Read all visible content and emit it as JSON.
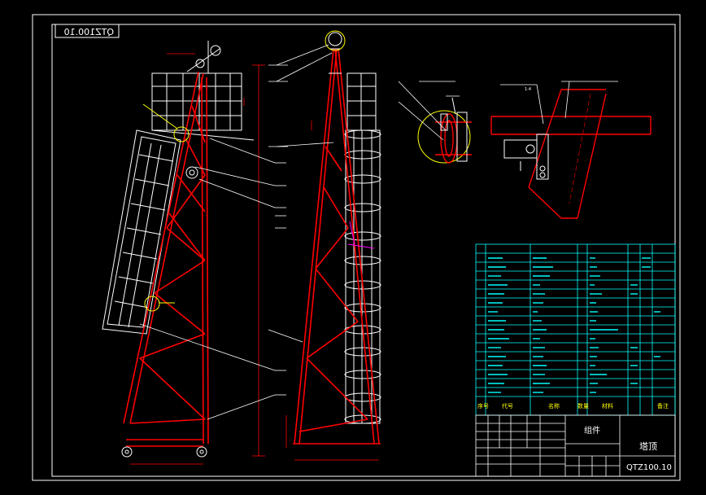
{
  "drawing": {
    "stamp_code_mirrored": "QTZ100.10",
    "title_block": {
      "assembly_label": "组件",
      "drawing_name": "塔顶",
      "drawing_number": "QTZ100.10"
    },
    "parts_list_header": {
      "col_seq": "序号",
      "col_code": "代号",
      "col_name": "名称",
      "col_qty": "数量",
      "col_material": "材料",
      "col_remark": "备注"
    },
    "detail_scale_label": "1:4",
    "colors": {
      "background": "#000000",
      "frame": "#ffffff",
      "table": "#00ffff",
      "structure": "#ff0000",
      "leader": "#ffff00",
      "platform": "#ffffff",
      "accent": "#ff00ff"
    }
  }
}
